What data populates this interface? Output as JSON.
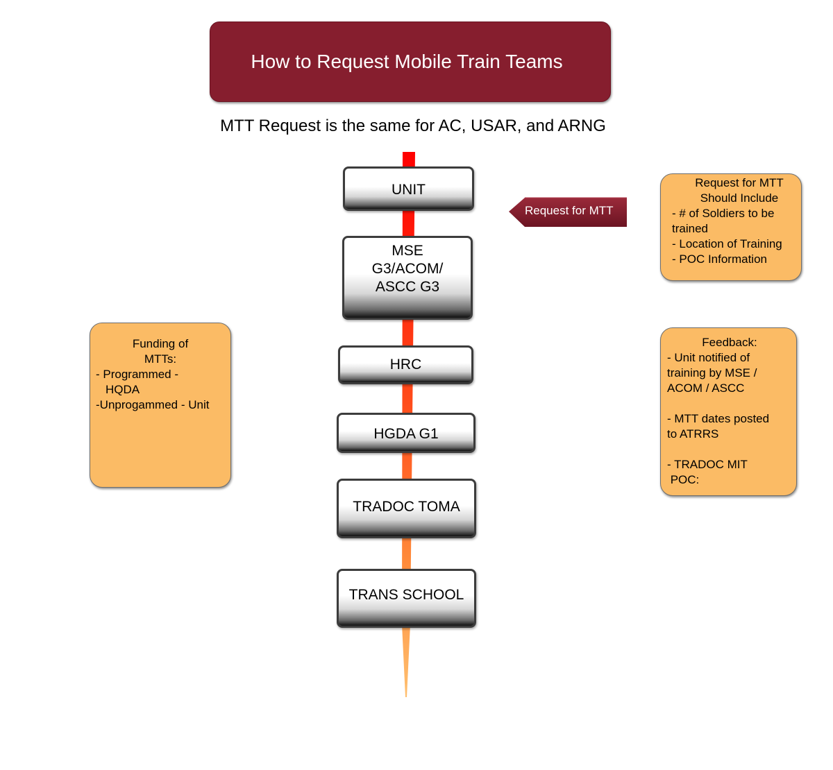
{
  "title": "How to Request Mobile Train Teams",
  "subtitle": "MTT Request is the same for AC, USAR, and ARNG",
  "steps": [
    {
      "label": "UNIT"
    },
    {
      "label_lines": [
        "MSE",
        "G3/ACOM/",
        "ASCC G3"
      ]
    },
    {
      "label": "HRC"
    },
    {
      "label": "HGDA G1"
    },
    {
      "label": "TRADOC TOMA"
    },
    {
      "label": "TRANS SCHOOL"
    }
  ],
  "request_tag": "Request for MTT",
  "request_note": {
    "heading": [
      "Request for MTT",
      "Should Include"
    ],
    "lines": [
      "- # of Soldiers to be",
      "trained",
      "- Location of Training",
      "- POC Information"
    ]
  },
  "funding_note": {
    "heading": [
      "Funding of",
      "MTTs:"
    ],
    "lines": [
      "- Programmed -",
      "HQDA",
      "-Unprogammed - Unit"
    ]
  },
  "feedback_note": {
    "heading": [
      "Feedback:"
    ],
    "lines": [
      "- Unit notified of",
      "training by MSE /",
      "ACOM / ASCC",
      "",
      "- MTT dates posted",
      "to ATRRS",
      "",
      "- TRADOC MIT",
      " POC:"
    ]
  },
  "colors": {
    "title_bg": "#861e2e",
    "note_bg": "#fbbb65",
    "spine_top": "#ff0000",
    "spine_bottom": "#ffb060"
  }
}
